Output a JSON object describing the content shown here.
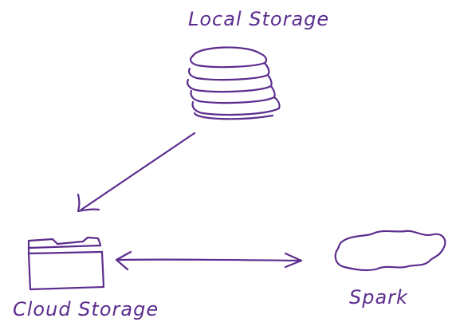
{
  "diagram": {
    "ink_color": "#5b2d8e",
    "background": "#ffffff",
    "nodes": [
      {
        "id": "local",
        "label": "Local Storage",
        "icon": "disk-stack-icon"
      },
      {
        "id": "cloud",
        "label": "Cloud Storage",
        "icon": "folder-icon"
      },
      {
        "id": "spark",
        "label": "Spark",
        "icon": "cloud-blob-icon"
      }
    ],
    "edges": [
      {
        "from": "local",
        "to": "cloud",
        "direction": "one-way"
      },
      {
        "from": "cloud",
        "to": "spark",
        "direction": "two-way"
      }
    ]
  }
}
